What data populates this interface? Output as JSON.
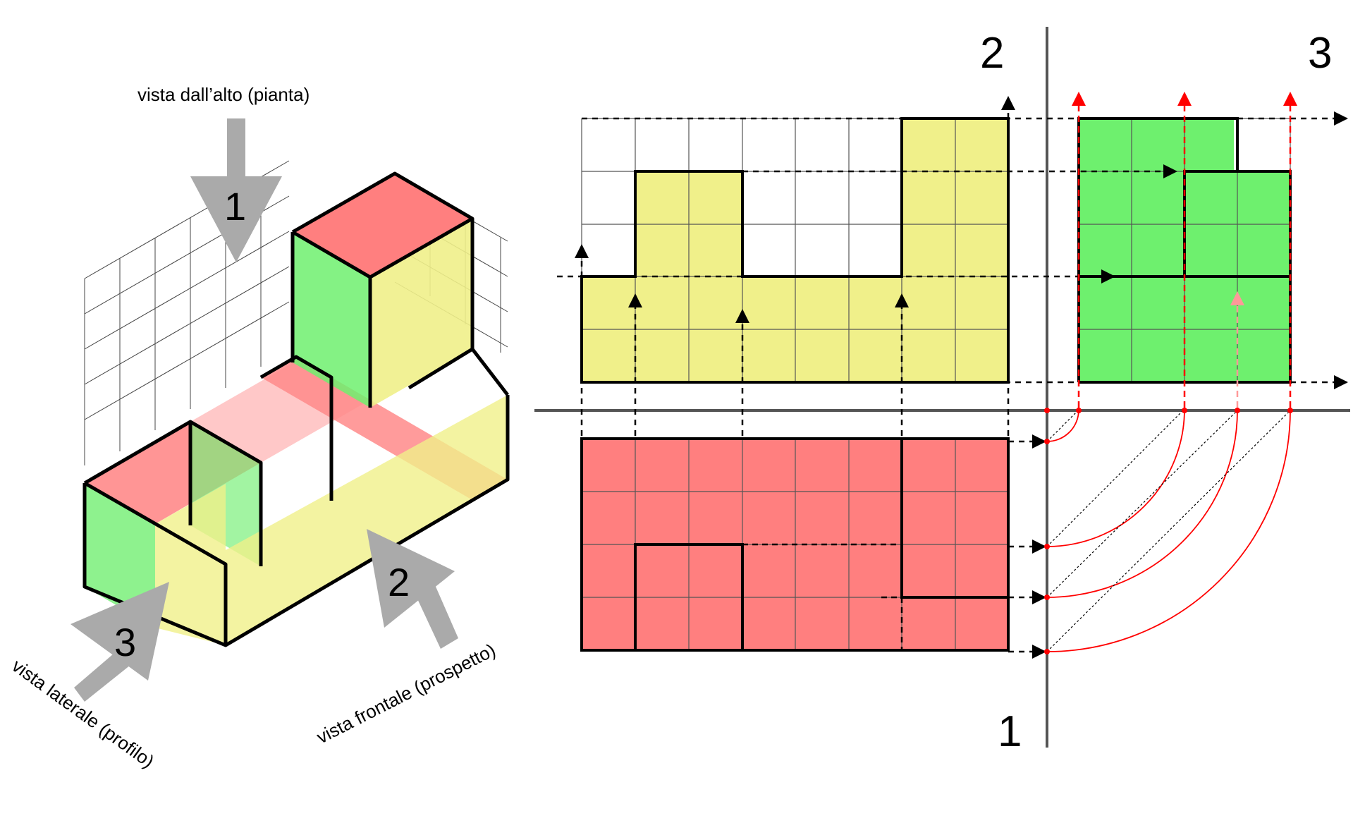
{
  "labels": {
    "top_view": "vista dall’alto (pianta)",
    "front_view": "vista frontale (prospetto)",
    "side_view": "vista laterale (profilo)"
  },
  "arrows": {
    "top_number": "1",
    "front_number": "2",
    "side_number": "3"
  },
  "quadrants": {
    "front": "2",
    "side": "3",
    "top": "1"
  },
  "colors": {
    "top_face": "#ff7f7f",
    "front_face": "#f0f08a",
    "side_face": "#6ef06e",
    "arrow_gray": "#aaaaaa",
    "projection_red": "#ff0000"
  }
}
